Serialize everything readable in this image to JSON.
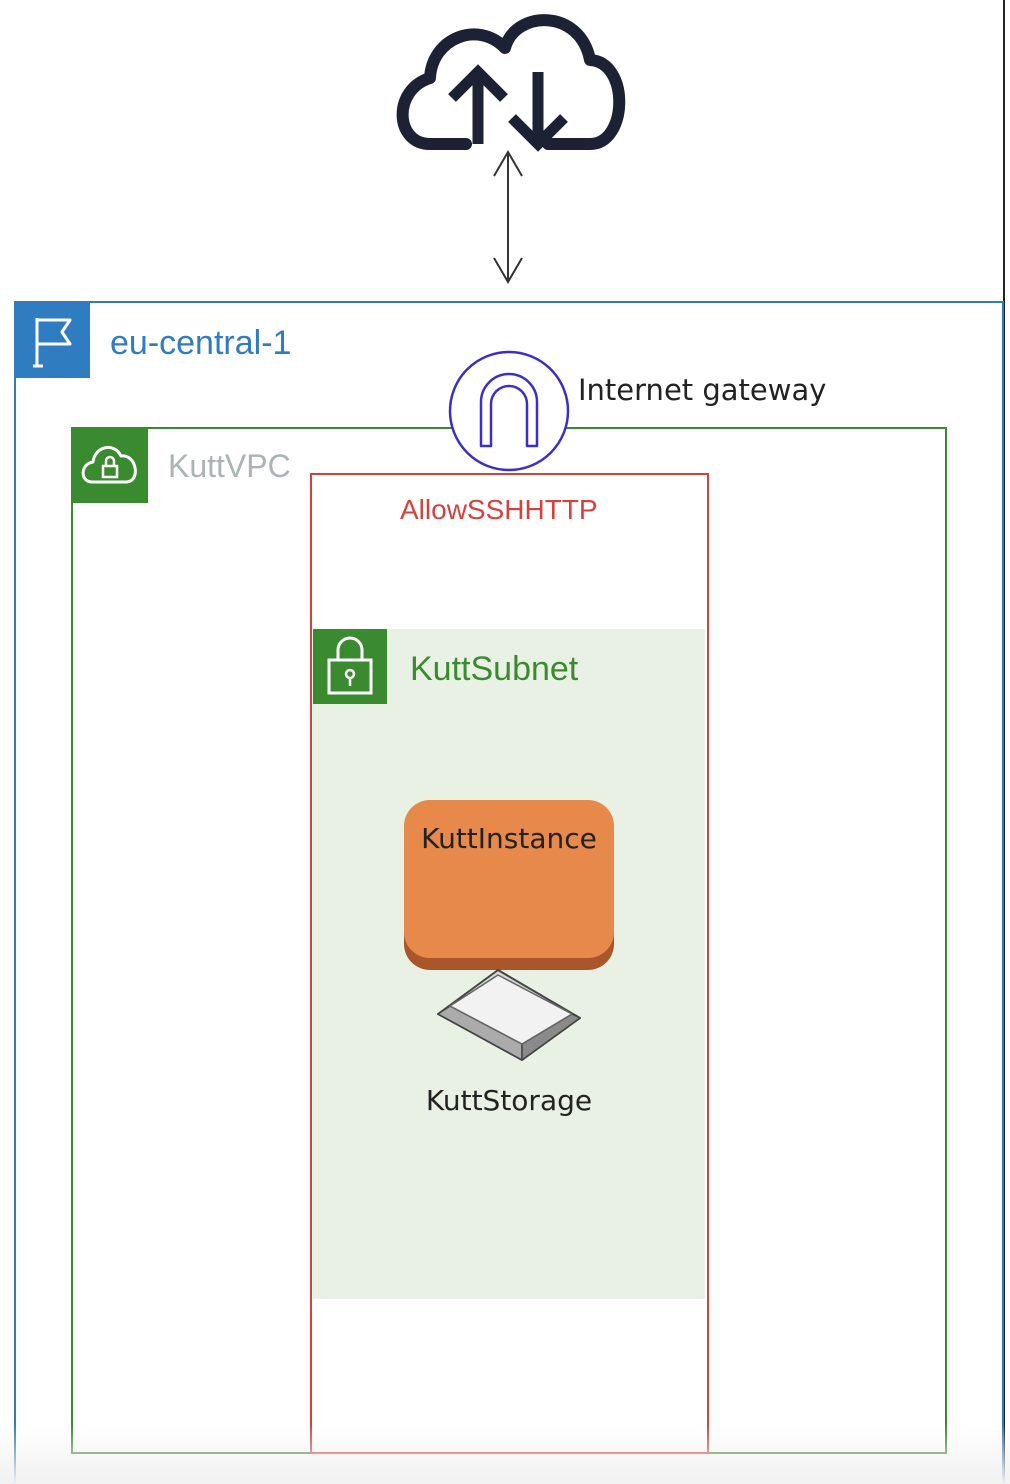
{
  "diagram": {
    "region": {
      "label": "eu-central-1",
      "icon": "flag-icon",
      "color": "#2f7cc0"
    },
    "vpc": {
      "label": "KuttVPC",
      "icon": "cloud-lock-icon",
      "color": "#3a8a2f"
    },
    "internet_gateway": {
      "label": "Internet gateway",
      "icon": "internet-gateway-icon",
      "color": "#3b2fc9"
    },
    "internet": {
      "icon": "cloud-upload-download-icon"
    },
    "security_group": {
      "label": "AllowSSHHTTP",
      "color": "#d8413b"
    },
    "subnet": {
      "label": "KuttSubnet",
      "icon": "padlock-icon",
      "color": "#3a8a2f",
      "fill": "#e8f1e4"
    },
    "instance": {
      "label": "KuttInstance",
      "color": "#e6894a"
    },
    "storage": {
      "label": "KuttStorage",
      "icon": "ebs-volume-icon"
    },
    "connections": [
      {
        "from": "internet",
        "to": "region",
        "style": "bidirectional-arrow"
      }
    ]
  }
}
